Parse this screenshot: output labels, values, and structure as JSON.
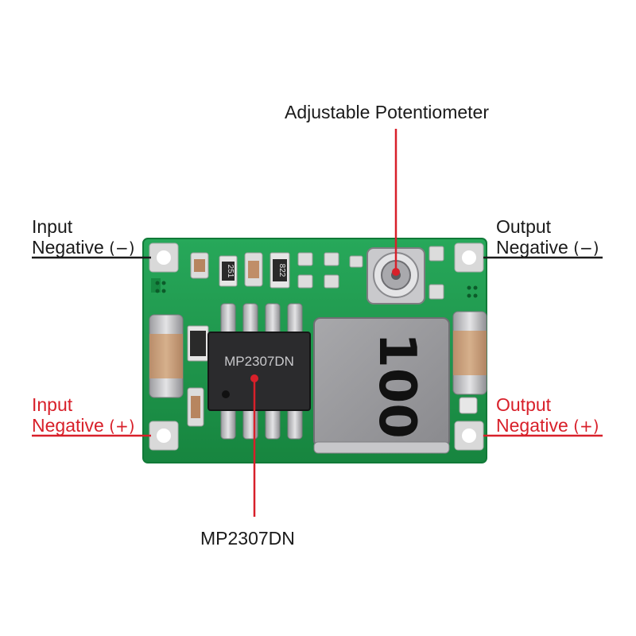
{
  "labels": {
    "potentiometer": "Adjustable Potentiometer",
    "input_neg_top_line1": "Input",
    "input_neg_top_line2": "Negative",
    "input_neg_top_sign": "(−)",
    "output_neg_top_line1": "Output",
    "output_neg_top_line2": "Negative",
    "output_neg_top_sign": "(−)",
    "input_neg_bottom_line1": "Input",
    "input_neg_bottom_line2": "Negative",
    "input_neg_bottom_sign": "(+)",
    "output_neg_bottom_line1": "Output",
    "output_neg_bottom_line2": "Negative",
    "output_neg_bottom_sign": "(+)",
    "chip": "MP2307DN"
  },
  "board": {
    "chip_marking": "MP2307DN",
    "resistor_1": "251",
    "resistor_2": "822",
    "inductor_marking": "100"
  },
  "colors": {
    "callout_red": "#d8202a",
    "callout_black": "#1a1a1a",
    "pcb_green": "#1f9a4e"
  }
}
